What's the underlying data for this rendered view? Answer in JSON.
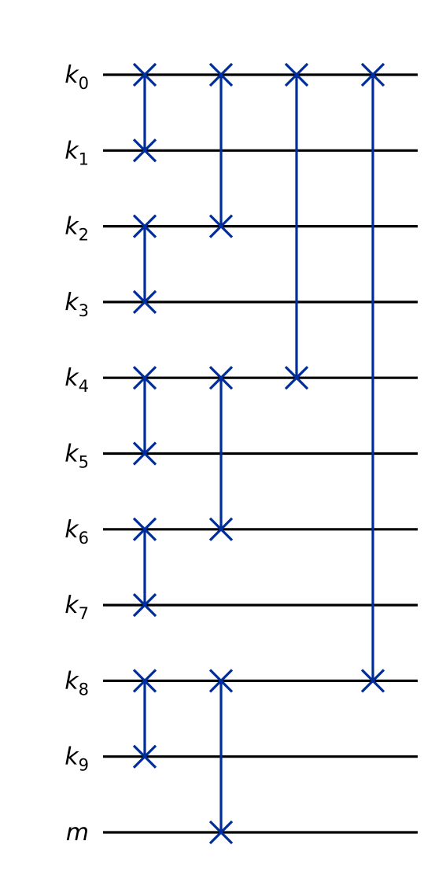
{
  "circuit": {
    "qubits": [
      {
        "symbol": "k",
        "sub": "0"
      },
      {
        "symbol": "k",
        "sub": "1"
      },
      {
        "symbol": "k",
        "sub": "2"
      },
      {
        "symbol": "k",
        "sub": "3"
      },
      {
        "symbol": "k",
        "sub": "4"
      },
      {
        "symbol": "k",
        "sub": "5"
      },
      {
        "symbol": "k",
        "sub": "6"
      },
      {
        "symbol": "k",
        "sub": "7"
      },
      {
        "symbol": "k",
        "sub": "8"
      },
      {
        "symbol": "k",
        "sub": "9"
      },
      {
        "symbol": "m",
        "sub": ""
      }
    ],
    "gate_color": "#002d9c",
    "wire_color": "#000000",
    "gate_type": "swap",
    "layers": [
      [
        [
          0,
          1
        ],
        [
          2,
          3
        ],
        [
          4,
          5
        ],
        [
          6,
          7
        ],
        [
          8,
          9
        ]
      ],
      [
        [
          0,
          2
        ],
        [
          4,
          6
        ],
        [
          8,
          10
        ]
      ],
      [
        [
          0,
          4
        ]
      ],
      [
        [
          0,
          8
        ]
      ]
    ]
  }
}
